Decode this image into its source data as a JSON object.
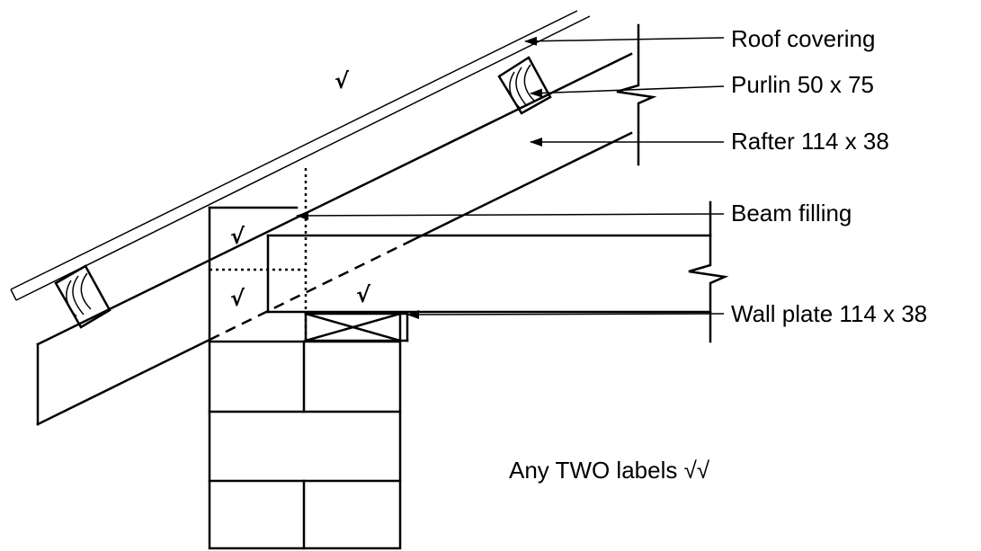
{
  "labels": {
    "roof_covering": "Roof covering",
    "purlin": "Purlin 50 x 75",
    "rafter": "Rafter 114 x 38",
    "beam_filling": "Beam filling",
    "wall_plate": "Wall plate 114 x 38"
  },
  "note": "Any TWO labels √√",
  "tick_mark": "√"
}
